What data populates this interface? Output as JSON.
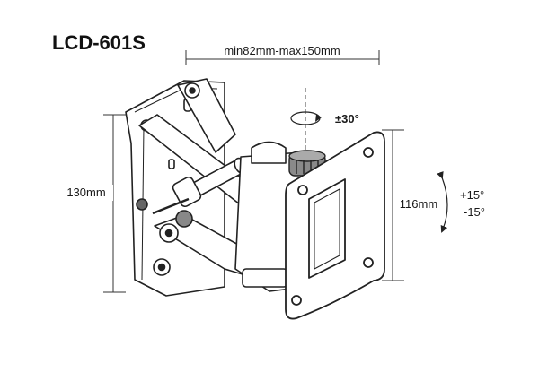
{
  "diagram": {
    "model": "LCD-601S",
    "width_range": "min82mm-max150mm",
    "height_left": "130mm",
    "height_right": "116mm",
    "swivel": "±30°",
    "tilt_up": "+15°",
    "tilt_down": "-15°"
  }
}
